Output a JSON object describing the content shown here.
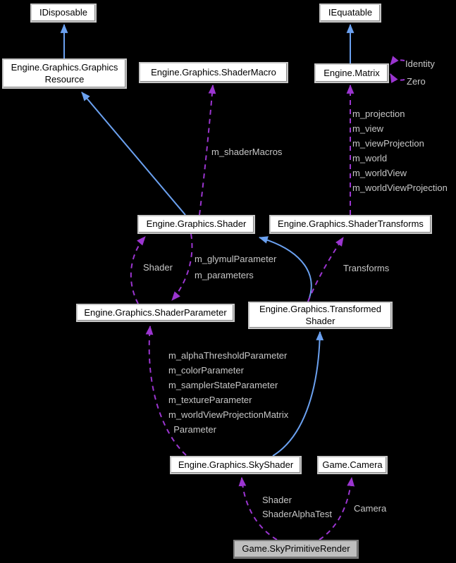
{
  "diagram": {
    "type": "collaboration-graph",
    "colors": {
      "background": "#000000",
      "inheritance_arrow": "#6ba1f0",
      "usage_arrow": "#9b35d0",
      "edge_label_text": "#c7c7c7",
      "node_fill": "#ffffff",
      "node_border": "#c6c6c6",
      "current_node_fill": "#bfbfbf",
      "current_node_border": "#7d7d7d",
      "node_text": "#000000"
    },
    "nodes": {
      "idisposable": {
        "label": "IDisposable"
      },
      "iequatable": {
        "label": "IEquatable"
      },
      "graphics_resource": {
        "label": "Engine.Graphics.Graphics\nResource"
      },
      "shader_macro": {
        "label": "Engine.Graphics.ShaderMacro"
      },
      "matrix": {
        "label": "Engine.Matrix"
      },
      "shader": {
        "label": "Engine.Graphics.Shader"
      },
      "shader_transforms": {
        "label": "Engine.Graphics.ShaderTransforms"
      },
      "shader_parameter": {
        "label": "Engine.Graphics.ShaderParameter"
      },
      "transformed_shader": {
        "label": "Engine.Graphics.Transformed\nShader"
      },
      "sky_shader": {
        "label": "Engine.Graphics.SkyShader"
      },
      "camera": {
        "label": "Game.Camera"
      },
      "sky_primitive_render": {
        "label": "Game.SkyPrimitiveRender"
      }
    },
    "edge_labels": {
      "identity": "Identity",
      "zero": "Zero",
      "shader_macros": "m_shaderMacros",
      "matrix_members": "m_projection\nm_view\nm_viewProjection\nm_world\nm_worldView\nm_worldViewProjection",
      "shader_ref": "Shader",
      "shader_params": "m_glymulParameter\nm_parameters",
      "transforms": "Transforms",
      "sky_params": "m_alphaThresholdParameter\nm_colorParameter\nm_samplerStateParameter\nm_textureParameter\nm_worldViewProjectionMatrix\n  Parameter",
      "sky_shader_refs": "Shader\nShaderAlphaTest",
      "camera_ref": "Camera"
    },
    "edges": [
      {
        "from": "graphics_resource",
        "to": "idisposable",
        "type": "inheritance"
      },
      {
        "from": "matrix",
        "to": "iequatable",
        "type": "inheritance"
      },
      {
        "from": "shader",
        "to": "graphics_resource",
        "type": "inheritance"
      },
      {
        "from": "transformed_shader",
        "to": "shader",
        "type": "inheritance"
      },
      {
        "from": "sky_shader",
        "to": "transformed_shader",
        "type": "inheritance"
      },
      {
        "from": "matrix",
        "to": "matrix",
        "type": "usage",
        "label": "Identity"
      },
      {
        "from": "matrix",
        "to": "matrix",
        "type": "usage",
        "label": "Zero"
      },
      {
        "from": "shader",
        "to": "shader_macro",
        "type": "usage",
        "label": "m_shaderMacros"
      },
      {
        "from": "shader_transforms",
        "to": "matrix",
        "type": "usage",
        "label": "m_projection m_view m_viewProjection m_world m_worldView m_worldViewProjection"
      },
      {
        "from": "shader_parameter",
        "to": "shader",
        "type": "usage",
        "label": "Shader"
      },
      {
        "from": "shader",
        "to": "shader_parameter",
        "type": "usage",
        "label": "m_glymulParameter m_parameters"
      },
      {
        "from": "transformed_shader",
        "to": "shader_transforms",
        "type": "usage",
        "label": "Transforms"
      },
      {
        "from": "sky_shader",
        "to": "shader_parameter",
        "type": "usage",
        "label": "m_alphaThresholdParameter m_colorParameter m_samplerStateParameter m_textureParameter m_worldViewProjectionMatrixParameter"
      },
      {
        "from": "sky_primitive_render",
        "to": "sky_shader",
        "type": "usage",
        "label": "Shader ShaderAlphaTest"
      },
      {
        "from": "sky_primitive_render",
        "to": "camera",
        "type": "usage",
        "label": "Camera"
      }
    ]
  }
}
